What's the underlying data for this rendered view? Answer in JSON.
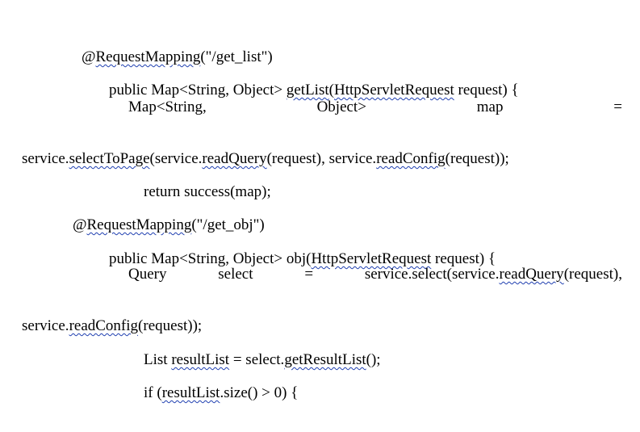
{
  "lines": {
    "l1": {
      "p0": "@",
      "p1": "RequestMapping",
      "p2": "(\"/get_list\")"
    },
    "l2": {
      "p0": "public Map<String, Object> ",
      "p1": "getList",
      "p2": "(",
      "p3": "HttpServletRequest",
      "p4": " request) {"
    },
    "l3": {
      "w1": "Map<String,",
      "w2": "Object>",
      "w3": "map",
      "w4": "="
    },
    "l4": {
      "p0": "service.",
      "p1": "selectToPage",
      "p2": "(service.",
      "p3": "readQuery",
      "p4": "(request), service.",
      "p5": "readConfig",
      "p6": "(request));"
    },
    "l5": {
      "p0": "return success(map);"
    },
    "l6": {
      "p0": "@",
      "p1": "RequestMapping",
      "p2": "(\"/get_obj\")"
    },
    "l7": {
      "p0": "public Map<String, Object> obj(",
      "p1": "HttpServletRequest",
      "p2": " request) {"
    },
    "l8": {
      "w1": "Query",
      "w2": "select",
      "w3": "=",
      "w4a": "service.select(service.",
      "w4b": "readQuery",
      "w4c": "(request),"
    },
    "l9": {
      "p0": "service.",
      "p1": "readConfig",
      "p2": "(request));"
    },
    "l10": {
      "p0": "List ",
      "p1": "resultList",
      "p2": " = select.",
      "p3": "getResultList",
      "p4": "();"
    },
    "l11": {
      "p0": "if (",
      "p1": "resultList",
      "p2": ".size() > 0) {"
    }
  },
  "colors": {
    "text": "#000000",
    "spellcheck_underline": "#1f3fb0",
    "background": "#ffffff"
  }
}
